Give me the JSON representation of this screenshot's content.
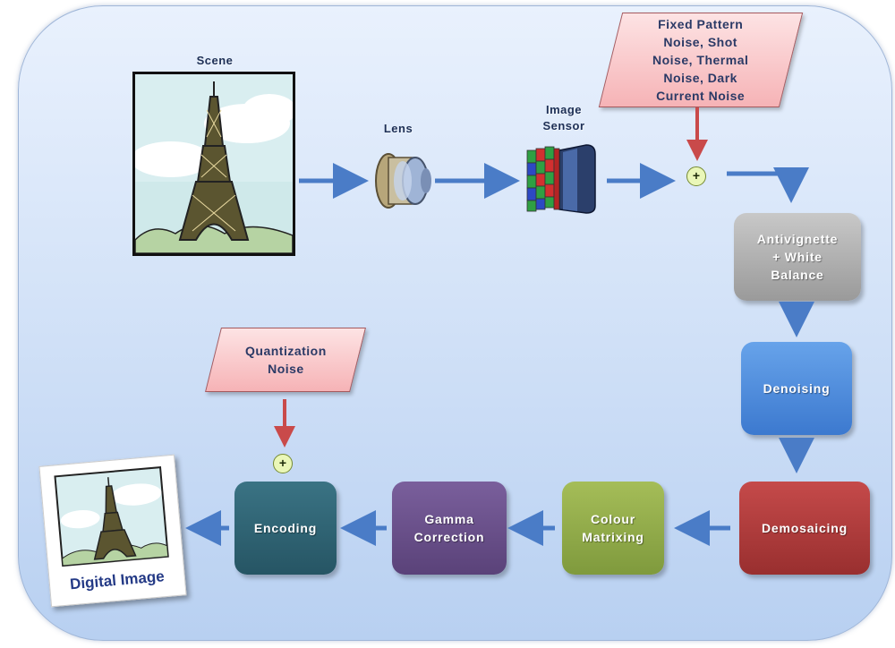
{
  "diagram": {
    "scene_label": "Scene",
    "lens_label": "Lens",
    "sensor_label": "Image\nSensor",
    "sensor_noise": "Fixed Pattern\nNoise, Shot\nNoise, Thermal\nNoise, Dark\nCurrent Noise",
    "quant_noise": "Quantization\nNoise",
    "plus_symbol": "+",
    "stages": {
      "antivignette": "Antivignette\n+ White\nBalance",
      "denoising": "Denoising",
      "demosaicing": "Demosaicing",
      "colour": "Colour\nMatrixing",
      "gamma": "Gamma\nCorrection",
      "encoding": "Encoding"
    },
    "digital_image_label": "Digital Image"
  },
  "colors": {
    "arrow": "#4a7cc7",
    "noise_arrow": "#c94a4a",
    "antivignette": "#a8a8a8",
    "denoising": "#4a8ad9",
    "demosaicing": "#b13b3b",
    "colour": "#8fa947",
    "gamma": "#6a4f8c",
    "encoding": "#2f6170"
  }
}
